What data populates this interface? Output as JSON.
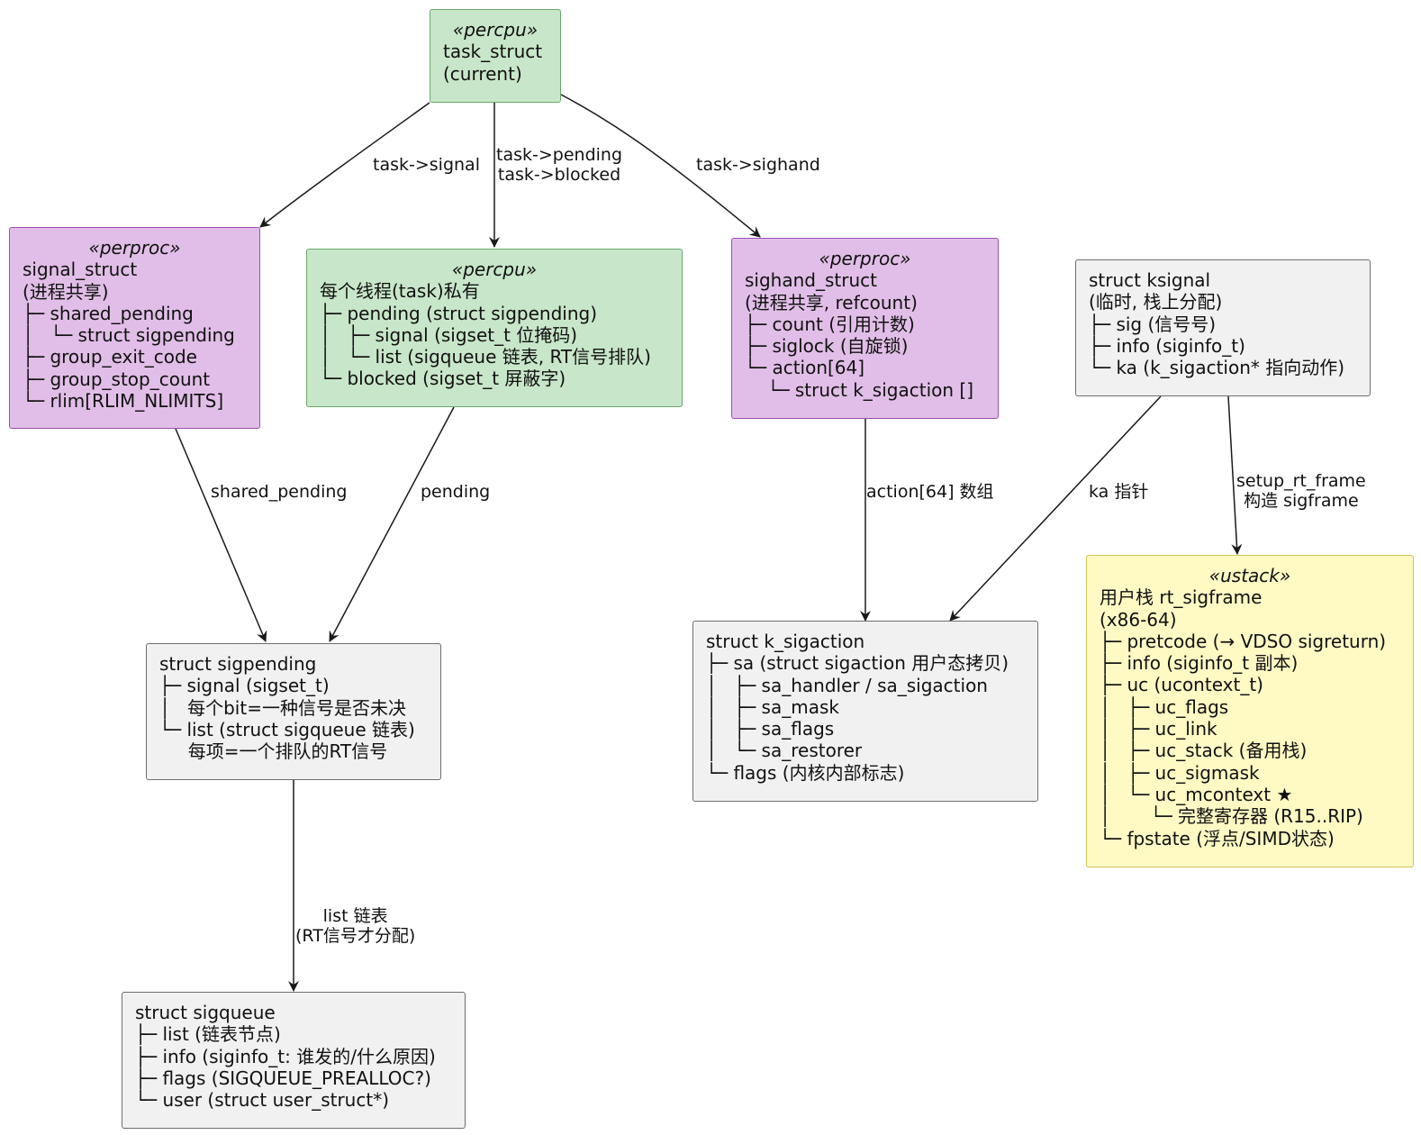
{
  "nodes": {
    "task_struct": {
      "stereotype": "«percpu»",
      "lines": [
        "task_struct",
        "(current)"
      ]
    },
    "signal_struct": {
      "stereotype": "«perproc»",
      "lines": [
        "signal_struct",
        "(进程共享)",
        "├─ shared_pending",
        "│   └─ struct sigpending",
        "├─ group_exit_code",
        "├─ group_stop_count",
        "└─ rlim[RLIM_NLIMITS]"
      ]
    },
    "task_private": {
      "stereotype": "«percpu»",
      "lines": [
        "每个线程(task)私有",
        "├─ pending (struct sigpending)",
        "│   ├─ signal (sigset_t 位掩码)",
        "│   └─ list (sigqueue 链表, RT信号排队)",
        "└─ blocked (sigset_t 屏蔽字)"
      ]
    },
    "sighand_struct": {
      "stereotype": "«perproc»",
      "lines": [
        "sighand_struct",
        "(进程共享, refcount)",
        "├─ count (引用计数)",
        "├─ siglock (自旋锁)",
        "└─ action[64]",
        "    └─ struct k_sigaction []"
      ]
    },
    "ksignal": {
      "lines": [
        "struct ksignal",
        "(临时, 栈上分配)",
        "├─ sig (信号号)",
        "├─ info (siginfo_t)",
        "└─ ka (k_sigaction* 指向动作)"
      ]
    },
    "sigpending": {
      "lines": [
        "struct sigpending",
        "├─ signal (sigset_t)",
        "│   每个bit=一种信号是否未决",
        "└─ list (struct sigqueue 链表)",
        "     每项=一个排队的RT信号"
      ]
    },
    "k_sigaction": {
      "lines": [
        "struct k_sigaction",
        "├─ sa (struct sigaction 用户态拷贝)",
        "│   ├─ sa_handler / sa_sigaction",
        "│   ├─ sa_mask",
        "│   ├─ sa_flags",
        "│   └─ sa_restorer",
        "└─ flags (内核内部标志)"
      ]
    },
    "rt_sigframe": {
      "stereotype": "«ustack»",
      "lines": [
        "用户栈 rt_sigframe",
        "(x86-64)",
        "├─ pretcode (→ VDSO sigreturn)",
        "├─ info (siginfo_t 副本)",
        "├─ uc (ucontext_t)",
        "│   ├─ uc_flags",
        "│   ├─ uc_link",
        "│   ├─ uc_stack (备用栈)",
        "│   ├─ uc_sigmask",
        "│   └─ uc_mcontext ★",
        "│       └─ 完整寄存器 (R15..RIP)",
        "└─ fpstate (浮点/SIMD状态)"
      ]
    },
    "sigqueue": {
      "lines": [
        "struct sigqueue",
        "├─ list (链表节点)",
        "├─ info (siginfo_t: 谁发的/什么原因)",
        "├─ flags (SIGQUEUE_PREALLOC?)",
        "└─ user (struct user_struct*)"
      ]
    }
  },
  "edges": {
    "task_signal": "task->signal",
    "task_pending": "task->pending\ntask->blocked",
    "task_sighand": "task->sighand",
    "shared_pending": "shared_pending",
    "pending": "pending",
    "action": "action[64] 数组",
    "ka": "ka 指针",
    "setup": "setup_rt_frame\n构造 sigframe",
    "list": "list 链表\n(RT信号才分配)"
  },
  "colors": {
    "percpu": "#c8e6c9",
    "perproc": "#e1bee7",
    "ustack": "#fff9c4",
    "plain": "#f1f1f1",
    "edge": "#1a1a1a"
  }
}
